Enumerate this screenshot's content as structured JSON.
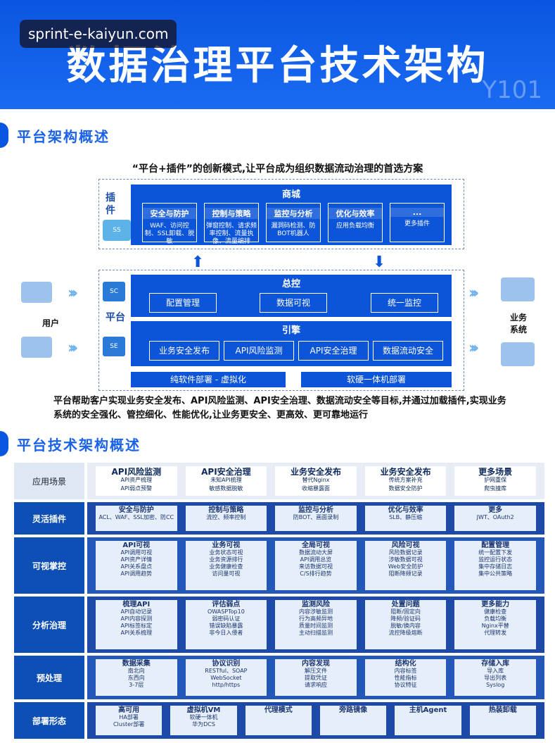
{
  "header": {
    "watermark": "sprint-e-kaiyun.com",
    "title": "数据治理平台技术架构",
    "code": "Y101"
  },
  "section1": {
    "title": "平台架构概述",
    "subtitle": "“平台+插件”的创新模式,让平台成为组织数据流动治理的首选方案"
  },
  "plugin": {
    "side_label": "插件",
    "badge": "SS",
    "mall": "商城",
    "boxes": [
      {
        "title": "安全与防护",
        "body": "WAF、访问控制、SSL卸载、脱敏"
      },
      {
        "title": "控制与策略",
        "body": "弹窗控制、请求频率控制、流量执像、流量编排"
      },
      {
        "title": "监控与分析",
        "body": "漏洞码检测、防BOT机器人"
      },
      {
        "title": "优化与效率",
        "body": "应用负载均衡"
      },
      {
        "title": "...",
        "body": "更多插件"
      }
    ]
  },
  "platform": {
    "side_label": "平台",
    "sc": "SC",
    "se": "SE",
    "console": "总控",
    "console_items": [
      "配置管理",
      "数据可视",
      "统一监控"
    ],
    "engine": "引擎",
    "engine_items": [
      "业务安全发布",
      "API风险监测",
      "API安全治理",
      "数据流动安全"
    ],
    "deploy": [
      "纯软件部署 - 虚拟化",
      "软硬一体机部署"
    ]
  },
  "user": "用户",
  "business": "业务系统",
  "paragraph": "平台帮助客户实现业务安全发布、API风险监测、API安全治理、数据流动安全等目标,并通过加载插件,实现业务系统的安全强化、管控细化、性能优化,让业务更安全、更高效、更可靠地运行",
  "section2": {
    "title": "平台技术架构概述"
  },
  "rows": [
    {
      "label": "应用场景",
      "cells": [
        [
          "API风险监测",
          "API资产梳理",
          "API弱点预警"
        ],
        [
          "API安全治理",
          "未知API梳理",
          "敏感数据脱敏"
        ],
        [
          "业务安全发布",
          "替代Nginx",
          "收缩暴露面"
        ],
        [
          "业务安全发布",
          "传统方案补充",
          "数据安全防护"
        ],
        [
          "更多场景",
          "护网重保",
          "爬虫撞库"
        ]
      ]
    },
    {
      "label": "灵活插件",
      "cells": [
        [
          "安全与防护",
          "ACL、WAF、SSL加密、防CC"
        ],
        [
          "控制与策略",
          "流控、频率控制"
        ],
        [
          "监控与分析",
          "防BOT、画面录制"
        ],
        [
          "优化与效率",
          "SLB、静压缩"
        ],
        [
          "更多",
          "JWT、OAuth2"
        ]
      ]
    },
    {
      "label": "可视掌控",
      "cells": [
        [
          "API可视",
          "API调用可视",
          "API资产详情",
          "API关系盘点",
          "API调用趋势"
        ],
        [
          "业务可视",
          "业务状态可视",
          "业务资源排行",
          "业务健康检查",
          "访问量可视"
        ],
        [
          "全局可视",
          "数据流动大屏",
          "API调用总览",
          "来访数据可视",
          "C/S排行趋势"
        ],
        [
          "风险可视",
          "风险数据记录",
          "涉敏数据可视",
          "Web安全防护",
          "阻断降频记录"
        ],
        [
          "配置管理",
          "统一配置下发",
          "监控运行状态",
          "集中存储日志",
          "集中公共策略"
        ]
      ]
    },
    {
      "label": "分析治理",
      "cells": [
        [
          "梳理API",
          "API自动记录",
          "API内容探测",
          "API标签标定",
          "API关系梳理"
        ],
        [
          "评估弱点",
          "OWASPTop10",
          "弱密码认证",
          "错误缺陷暴露",
          "非今日入侵者"
        ],
        [
          "监测风险",
          "内容涉敏监测",
          "行为高频异地",
          "质量时间监测",
          "主动扫描监测"
        ],
        [
          "处置问题",
          "阻断/固定向",
          "降频/验证码",
          "脱敏/换内容",
          "流控降级熔断"
        ],
        [
          "更多能力",
          "健康检查",
          "负载均衡",
          "Nginx平替",
          "代理转发"
        ]
      ]
    },
    {
      "label": "预处理",
      "cells": [
        [
          "数据采集",
          "南北向",
          "东西向",
          "3-7层"
        ],
        [
          "协议识别",
          "RESTful、SOAP",
          "WebSocket",
          "http/https"
        ],
        [
          "内容发现",
          "解压文件",
          "提取凭证",
          "请求响应"
        ],
        [
          "结构化",
          "内容标签",
          "性能指标",
          "协议特征"
        ],
        [
          "存储入库",
          "导入库",
          "导出列表",
          "Syslog"
        ]
      ]
    },
    {
      "label": "部署形态",
      "cells": [
        [
          "高可用",
          "HA部署",
          "Cluster部署"
        ],
        [
          "虚拟机VM",
          "软硬一体机",
          "华为DCS"
        ],
        [
          "代理模式"
        ],
        [
          "旁路镜像"
        ],
        [
          "主机Agent"
        ],
        [
          "热装卸载"
        ]
      ]
    }
  ]
}
